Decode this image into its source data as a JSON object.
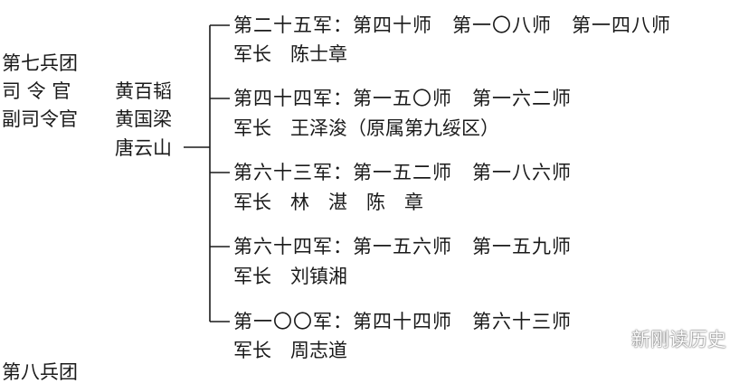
{
  "group": {
    "name": "第七兵团",
    "commander_label": "司 令 官",
    "commander": "黄百韬",
    "deputy_label": "副司令官",
    "deputies": [
      "黄国梁",
      "唐云山"
    ]
  },
  "armies": [
    {
      "header": "第二十五军：第四十师　第一〇八师　第一四八师",
      "commander_line": "军长　陈士章"
    },
    {
      "header": "第四十四军：第一五〇师　第一六二师",
      "commander_line": "军长　王泽浚（原属第九绥区）"
    },
    {
      "header": "第六十三军：第一五二师　第一八六师",
      "commander_line": "军长　林　湛　陈　章"
    },
    {
      "header": "第六十四军：第一五六师　第一五九师",
      "commander_line": "军长　刘镇湘"
    },
    {
      "header": "第一〇〇军：第四十四师　第六十三师",
      "commander_line": "军长　周志道"
    }
  ],
  "cut_off_text": "第八兵团",
  "watermark": "新刚读历史"
}
